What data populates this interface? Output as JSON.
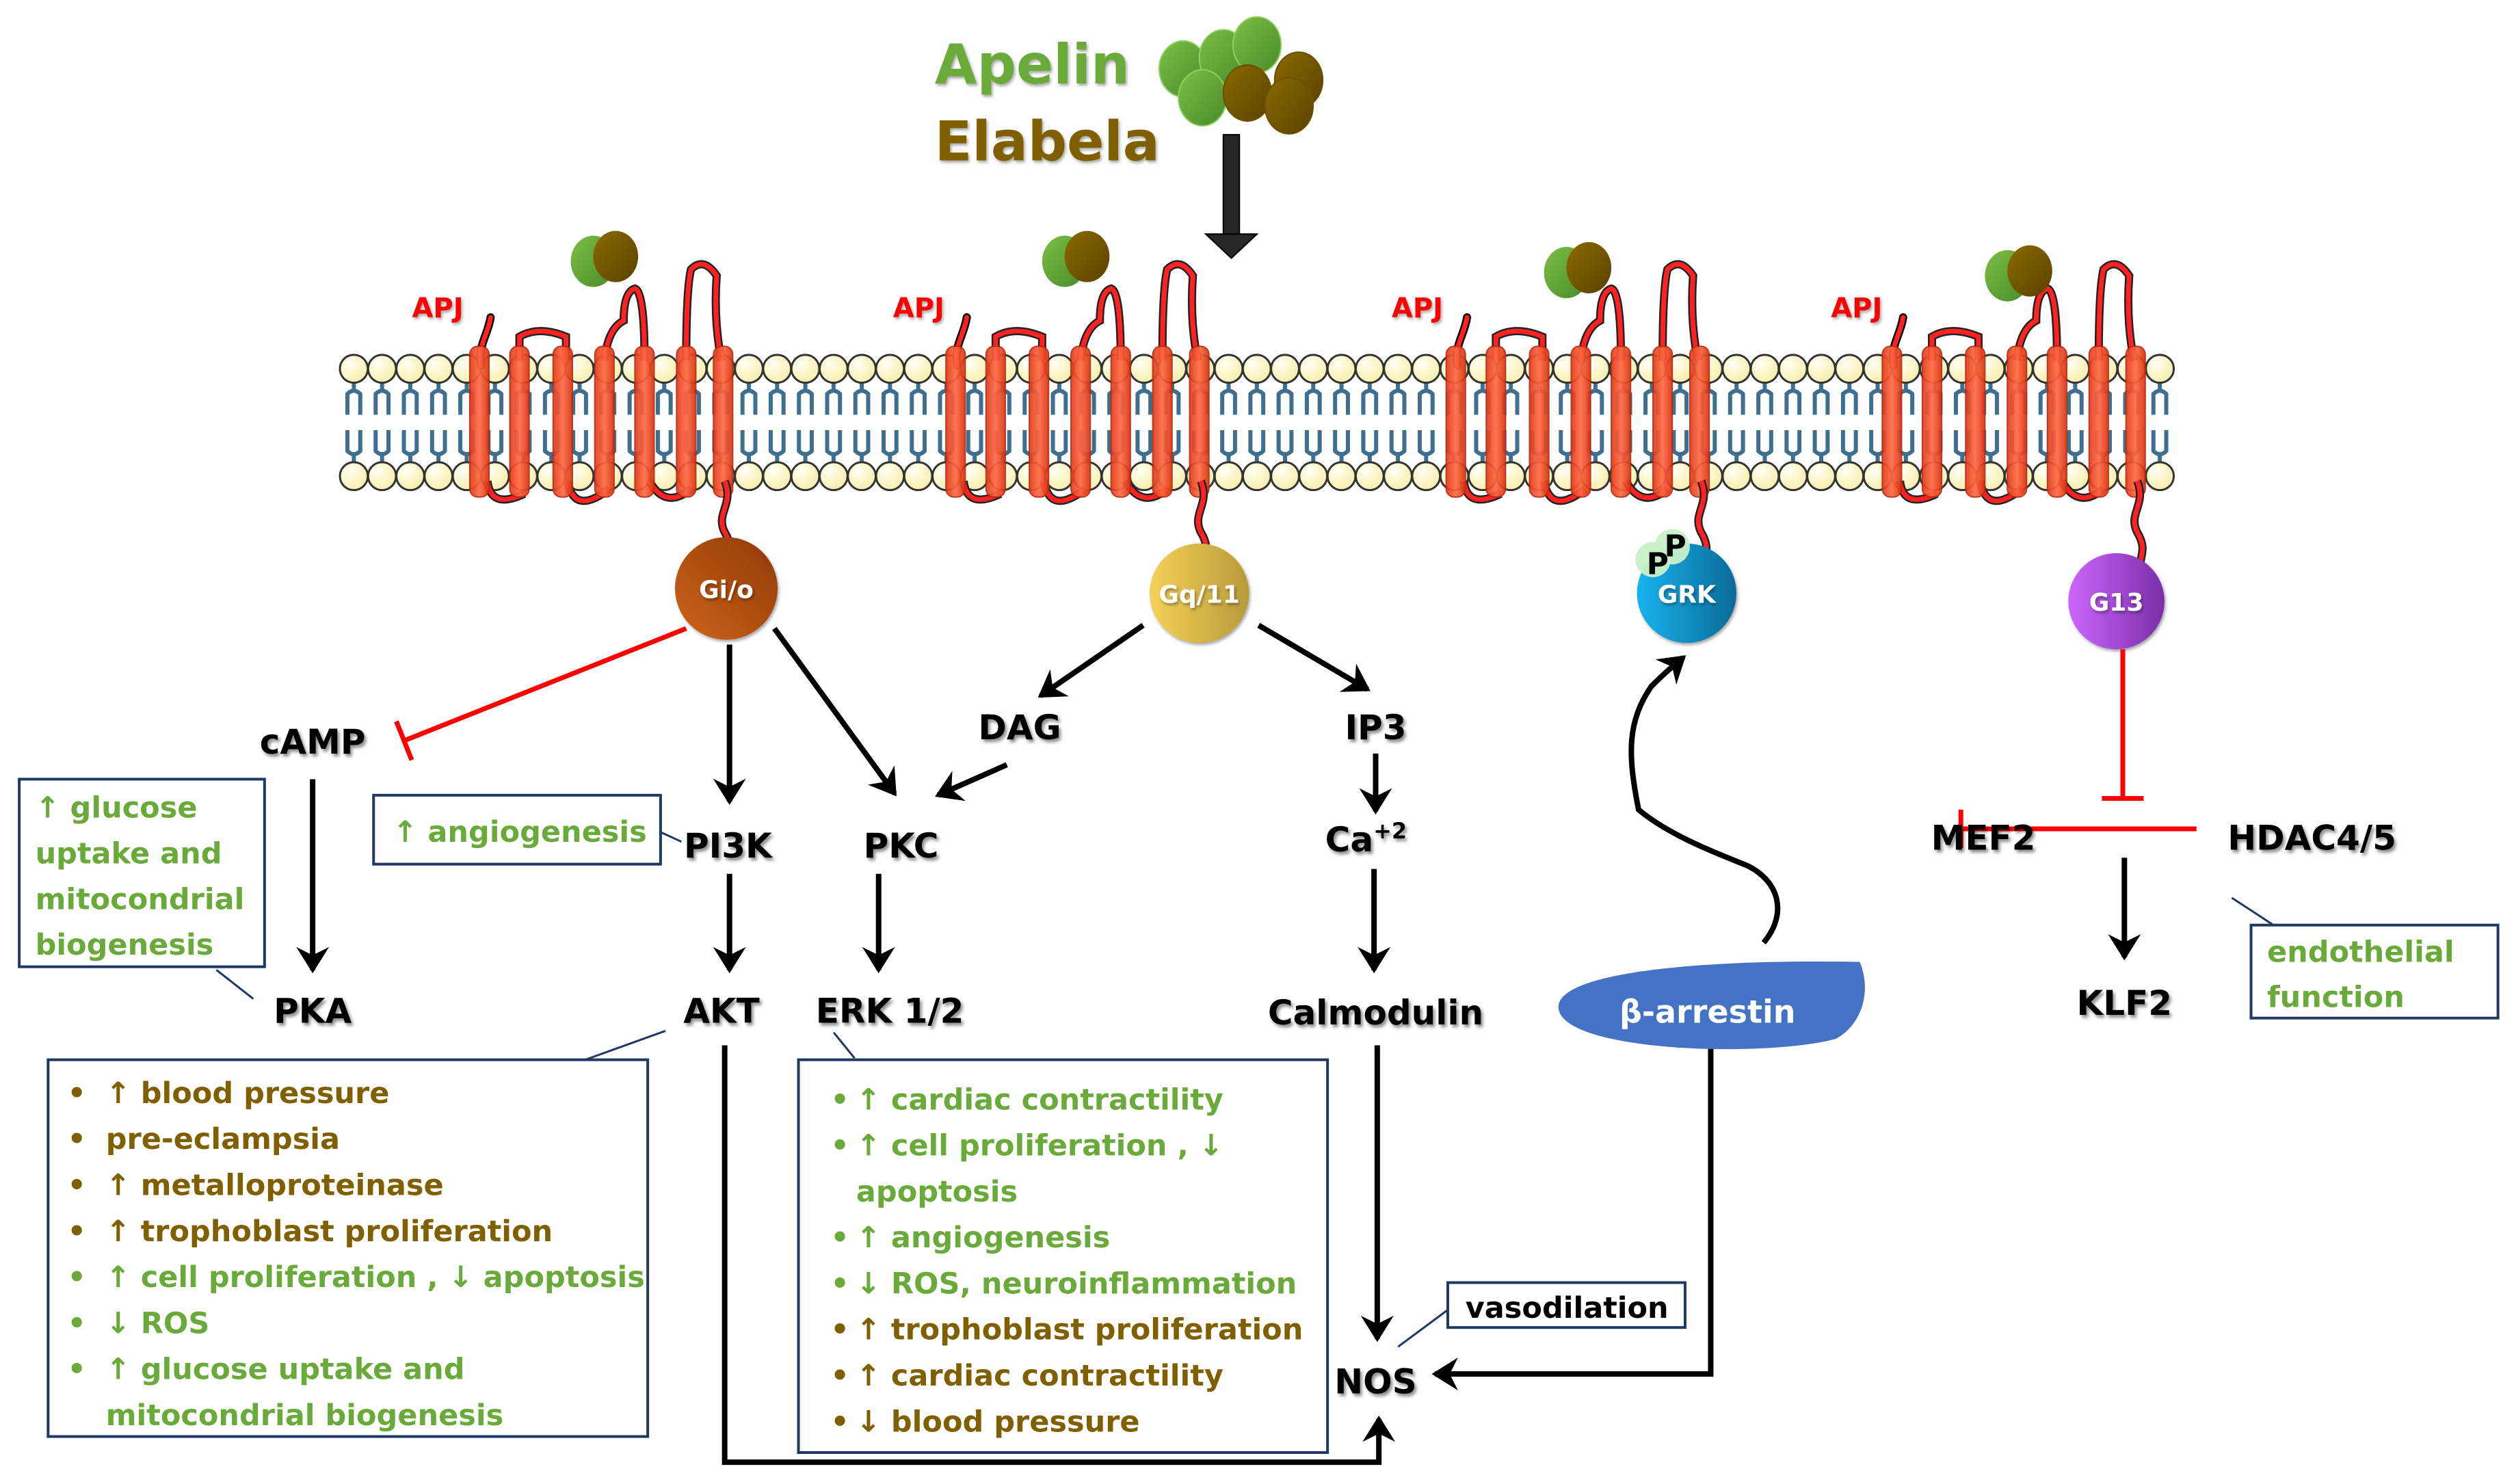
{
  "colors": {
    "apelin_green": "#6aaa3a",
    "elabela_brown": "#7f5f00",
    "receptor_red": "#ff0000",
    "membrane_head": "#fff8c6",
    "membrane_tail": "#3f6f8f",
    "gio": "#c55a11",
    "gq11": "#e8c04a",
    "grk": "#1fa3d9",
    "g13": "#b34fe0",
    "arrestin": "#4472c4",
    "box_border": "#1f3864",
    "inhibition": "#ff0000"
  },
  "ligands": {
    "apelin": "Apelin",
    "elabela": "Elabela"
  },
  "receptors": [
    {
      "label": "APJ"
    },
    {
      "label": "APJ"
    },
    {
      "label": "APJ"
    },
    {
      "label": "APJ"
    }
  ],
  "g_proteins": {
    "gio": "Gi/o",
    "gq11": "Gq/11",
    "grk": "GRK",
    "g13": "G13",
    "phospho_1": "P",
    "phospho_2": "P"
  },
  "nodes": {
    "camp": "cAMP",
    "pka": "PKA",
    "pi3k": "PI3K",
    "akt": "AKT",
    "pkc": "PKC",
    "erk": "ERK 1/2",
    "dag": "DAG",
    "ip3": "IP3",
    "ca_base": "Ca",
    "ca_sup": "+2",
    "calmodulin": "Calmodulin",
    "nos": "NOS",
    "beta_arrestin": "β-arrestin",
    "mef2": "MEF2",
    "hdac": "HDAC4/5",
    "klf2": "KLF2"
  },
  "boxes": {
    "pka_effects": {
      "lines": [
        {
          "text": "↑ glucose",
          "color": "green"
        },
        {
          "text": "uptake and",
          "color": "green"
        },
        {
          "text": "mitocondrial",
          "color": "green"
        },
        {
          "text": "biogenesis",
          "color": "green"
        }
      ]
    },
    "pi3k_effects": {
      "lines": [
        {
          "text": "↑ angiogenesis",
          "color": "green"
        }
      ]
    },
    "akt_effects": {
      "bullet": "•",
      "lines": [
        {
          "text": "↑ blood pressure",
          "color": "brown",
          "bullet": true
        },
        {
          "text": "pre-eclampsia",
          "color": "brown",
          "bullet": true
        },
        {
          "text": "↑ metalloproteinase",
          "color": "brown",
          "bullet": true
        },
        {
          "text": "↑ trophoblast  proliferation",
          "color": "brown",
          "bullet": true
        },
        {
          "text": "↑ cell proliferation , ↓ apoptosis",
          "color": "green",
          "bullet": true
        },
        {
          "text": "↓ ROS",
          "color": "green",
          "bullet": true
        },
        {
          "text": "↑ glucose uptake and",
          "color": "green",
          "bullet": true
        },
        {
          "text": "mitocondrial  biogenesis",
          "color": "green",
          "bullet": false
        }
      ]
    },
    "erk_effects": {
      "bullet": "•",
      "lines": [
        {
          "text": "↑ cardiac contractility",
          "color": "green",
          "bullet": true
        },
        {
          "text": "↑ cell proliferation , ↓",
          "color": "green",
          "bullet": true
        },
        {
          "text": "apoptosis",
          "color": "green",
          "bullet": false
        },
        {
          "text": "↑ angiogenesis",
          "color": "green",
          "bullet": true
        },
        {
          "text": "↓ ROS, neuroinflammation",
          "color": "green",
          "bullet": true
        },
        {
          "text": "↑ trophoblast  proliferation",
          "color": "brown",
          "bullet": true
        },
        {
          "text": "↑ cardiac contractility",
          "color": "brown",
          "bullet": true
        },
        {
          "text": "↓ blood pressure",
          "color": "brown",
          "bullet": true
        }
      ]
    },
    "nos_effects": {
      "lines": [
        {
          "text": "vasodilation",
          "color": "black"
        }
      ]
    },
    "hdac_effects": {
      "lines": [
        {
          "text": "endothelial",
          "color": "green"
        },
        {
          "text": "function",
          "color": "green"
        }
      ]
    }
  }
}
